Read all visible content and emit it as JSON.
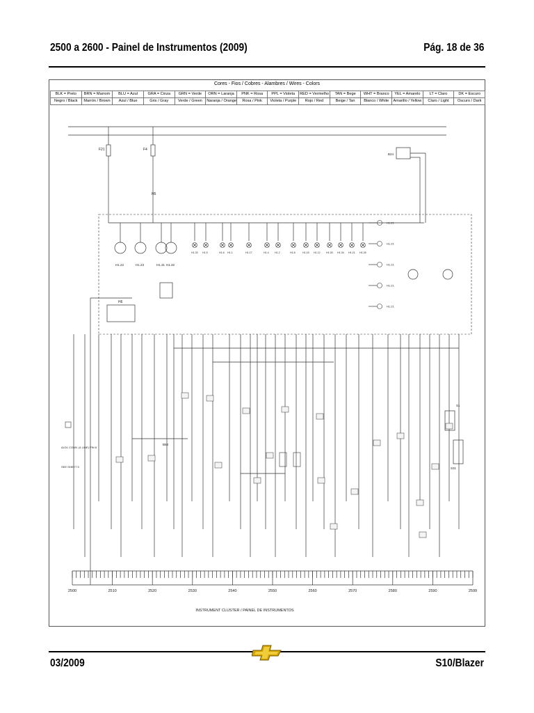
{
  "header": {
    "title": "2500 a 2600 - Painel de Instrumentos (2009)",
    "page": "Pág. 18 de 36"
  },
  "legend": {
    "title": "Cores - Fios / Cobres - Alambres / Wires - Colors",
    "rows": [
      [
        "BLK = Preto",
        "BRN = Marrom",
        "BLU = Azul",
        "GRA = Cinza",
        "GRN = Verde",
        "ORN = Laranja",
        "PNK = Rosa",
        "PPL = Violeta",
        "RED = Vermelho",
        "TAN = Bege",
        "WHT = Branco",
        "YEL = Amarelo",
        "LT = Claro",
        "DK = Escuro"
      ],
      [
        "Negro / Black",
        "Marrón / Brown",
        "Azul / Blue",
        "Gris / Gray",
        "Verde / Green",
        "Naranja / Orange",
        "Rosa / Pink",
        "Violeta / Purple",
        "Rojo / Red",
        "Beige / Tan",
        "Blanco / White",
        "Amarillo / Yellow",
        "Claro / Light",
        "Oscuro / Dark"
      ]
    ]
  },
  "diagram": {
    "caption": "INSTRUMENT CLUSTER / PAINEL DE INSTRUMENTOS",
    "fuses": [
      "F21",
      "F4"
    ],
    "module_labels": [
      "H5",
      "H6",
      "B24",
      "S1",
      "S31",
      "B53"
    ],
    "gauge_labels": [
      "H1.22",
      "H1.23",
      "H1.31",
      "H1.32"
    ],
    "lamp_labels": [
      "H1.33",
      "H1.5",
      "H1.6",
      "H1.1",
      "H1.17",
      "H1.4",
      "H1.2",
      "H1.8",
      "H1.15",
      "H1.12",
      "H1.30",
      "H1.34",
      "H1.21",
      "H1.26"
    ],
    "side_labels": [
      "ALDL CONN. (4 LINE) PIN 8",
      "SEE SHEET 5"
    ],
    "scale_ticks": [
      "2500",
      "2510",
      "2520",
      "2530",
      "2540",
      "2550",
      "2560",
      "2570",
      "2580",
      "2590",
      "2599"
    ]
  },
  "footer": {
    "date": "03/2009",
    "model": "S10/Blazer"
  },
  "colors": {
    "line": "#333333",
    "logo_gold": "#d4a500"
  }
}
